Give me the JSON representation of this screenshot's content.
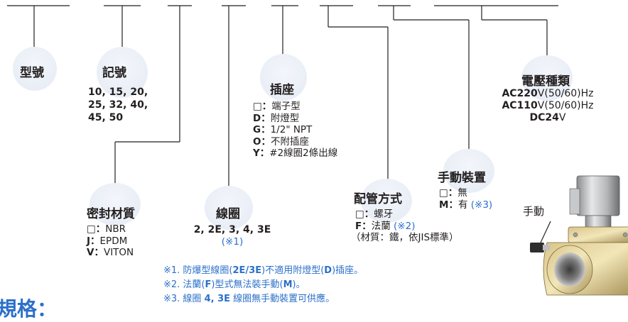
{
  "model": {
    "title": "型號"
  },
  "size": {
    "title": "記號",
    "lines": [
      "10, 15, 20,",
      "25, 32, 40,",
      "45, 50"
    ]
  },
  "socket": {
    "title": "插座",
    "items": [
      {
        "code": "□",
        "sep": "：",
        "text": "端子型"
      },
      {
        "code": "D",
        "sep": "：",
        "text": "附燈型"
      },
      {
        "code": "G",
        "sep": "：",
        "text": "1/2\" NPT"
      },
      {
        "code": "O",
        "sep": "：",
        "text": "不附插座"
      },
      {
        "code": "Y",
        "sep": "：",
        "text": "#2線圈2條出線"
      }
    ]
  },
  "seal": {
    "title": "密封材質",
    "items": [
      {
        "code": "□",
        "sep": "：",
        "text": "NBR"
      },
      {
        "code": "J",
        "sep": "：",
        "text": "EPDM"
      },
      {
        "code": "V",
        "sep": "：",
        "text": "VITON"
      }
    ]
  },
  "coil": {
    "title": "線圈",
    "values": "2, 2E, 3, 4, 3E",
    "note_ref": "(※1)"
  },
  "piping": {
    "title": "配管方式",
    "items": [
      {
        "code": "□",
        "sep": "：",
        "text": "螺牙",
        "ref": ""
      },
      {
        "code": "F",
        "sep": "：",
        "text": "法蘭 ",
        "ref": "(※2)"
      }
    ],
    "material": "（材質：鐵，依JIS標準）"
  },
  "manual": {
    "title": "手動裝置",
    "items": [
      {
        "code": "□",
        "sep": "：",
        "text": "無",
        "ref": ""
      },
      {
        "code": "M",
        "sep": "：",
        "text": "有 ",
        "ref": "(※3)"
      }
    ],
    "photo_label": "手動"
  },
  "voltage": {
    "title": "電壓種類",
    "items": [
      {
        "bold": "AC220",
        "rest": "V(50/60)Hz"
      },
      {
        "bold": "AC110",
        "rest": "V(50/60)Hz"
      },
      {
        "bold": "DC24",
        "rest": "V"
      }
    ]
  },
  "notes": [
    {
      "a": "※1. 防爆型線圈(",
      "b": "2E/3E",
      "c": ")不適用附燈型(",
      "d": "D",
      "e": ")插座。"
    },
    {
      "a": "※2. 法蘭(",
      "b": "F",
      "c": ")型式無法裝手動(",
      "d": "M",
      "e": ")。"
    },
    {
      "a": "※3. 線圈 ",
      "b": "4, 3E",
      "c": " 線圈無手動裝置可供應。",
      "d": "",
      "e": ""
    }
  ],
  "section_heading": "規格："
}
